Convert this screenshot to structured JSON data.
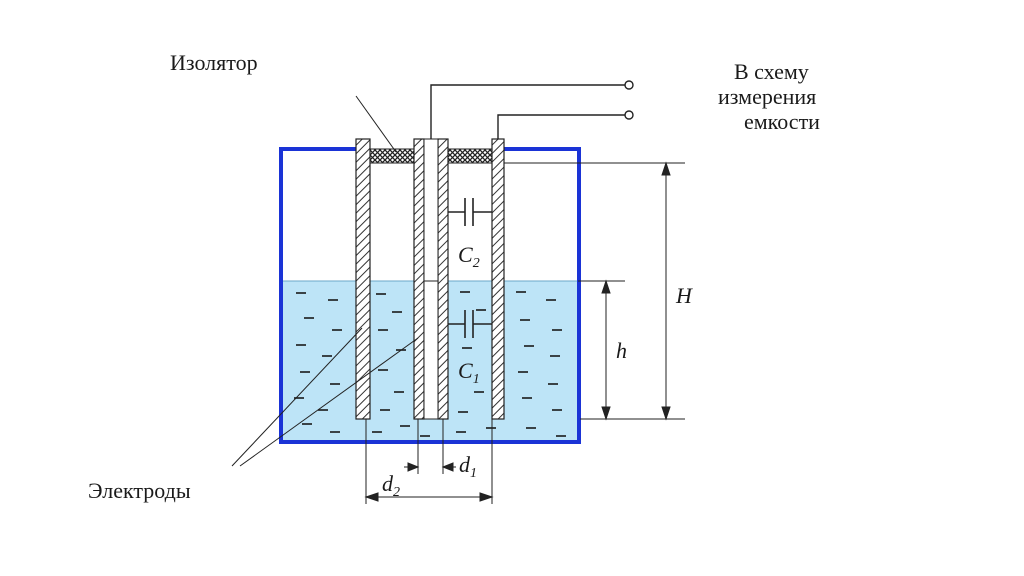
{
  "labels": {
    "insulator": "Изолятор",
    "measure_line1": "В схему",
    "measure_line2": "измерения",
    "measure_line3": "емкости",
    "electrodes": "Электроды",
    "height_total": "H",
    "height_liquid": "h",
    "cap_top_base": "C",
    "cap_top_sub": "2",
    "cap_bottom_base": "C",
    "cap_bottom_sub": "1",
    "diam_inner_base": "d",
    "diam_inner_sub": "1",
    "diam_outer_base": "d",
    "diam_outer_sub": "2"
  },
  "colors": {
    "tank": "#1a33d6",
    "liquid": "#bde4f7",
    "dash": "#1a1a1a",
    "insulator": "#444444"
  }
}
